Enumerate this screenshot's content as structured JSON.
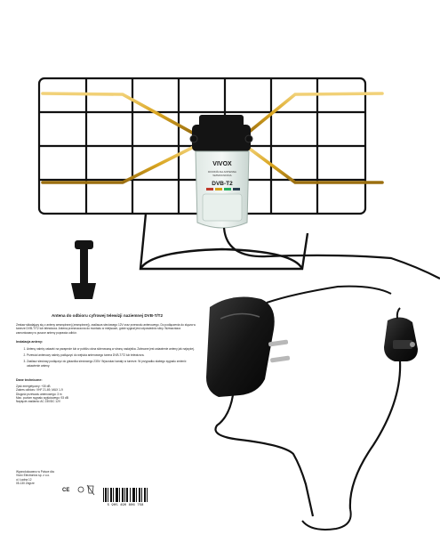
{
  "product": {
    "brand": "VIVOX",
    "box_line1": "DOOKÓLNA ANTENNA",
    "box_line2": "WZMOCNIONA",
    "model": "DVB-T2"
  },
  "leaflet": {
    "title": "Antena do odbioru cyfrowej telewizji naziemnej DVB-T/T2",
    "intro": "Zestaw składający się z anteny wewnętrznej (zewnętrznej), zasilacza sieciowego 12V oraz przewodu antenowego. Do podłączenia do złącza w tunerze DVB-T/T2 lub telewizora. Antena przeznaczona do montażu w miejscach, gdzie sygnał jest odpowiednio silny. Wzmacniacz zamontowany w puszce anteny poprawia odbiór.",
    "install_title": "Instalacja anteny:",
    "steps": [
      "Antenę należy ustawić na parapecie lub w pobliżu okna skierowaną w stronę nadajnika. Zalecane jest ustawienie anteny jak najwyżej.",
      "Przewód antenowy należy podłączyć do wejścia antenowego tunera DVB-T/T2 lub telewizora.",
      "Zasilacz sieciowy podłączyć do gniazdka sieciowego 230V. Wyszukać kanały w tunerze. W przypadku słabego sygnału zmienić ustawienie anteny."
    ],
    "spec_title": "Dane techniczne:",
    "specs": [
      "Zysk energetyczny: +30 dB",
      "Zakres odbioru: VHF 21-69, MUX 1-9",
      "Długość przewodu antenowego: 3 m",
      "Max. poziom sygnału wyjściowego: 93 dB",
      "Napięcie zasilania: AC 230/DC 12V"
    ],
    "maker_lines": [
      "Wyprodukowano w Polsce dla:",
      "Vivox Electronics sp. z o.o.",
      "ul. Ładna 12",
      "05-130 Zegrze"
    ],
    "barcode_number": "5 905 490 806 758"
  },
  "colors": {
    "gold": "#d9a520",
    "wire": "#111111",
    "plug": "#1a1a1a"
  }
}
